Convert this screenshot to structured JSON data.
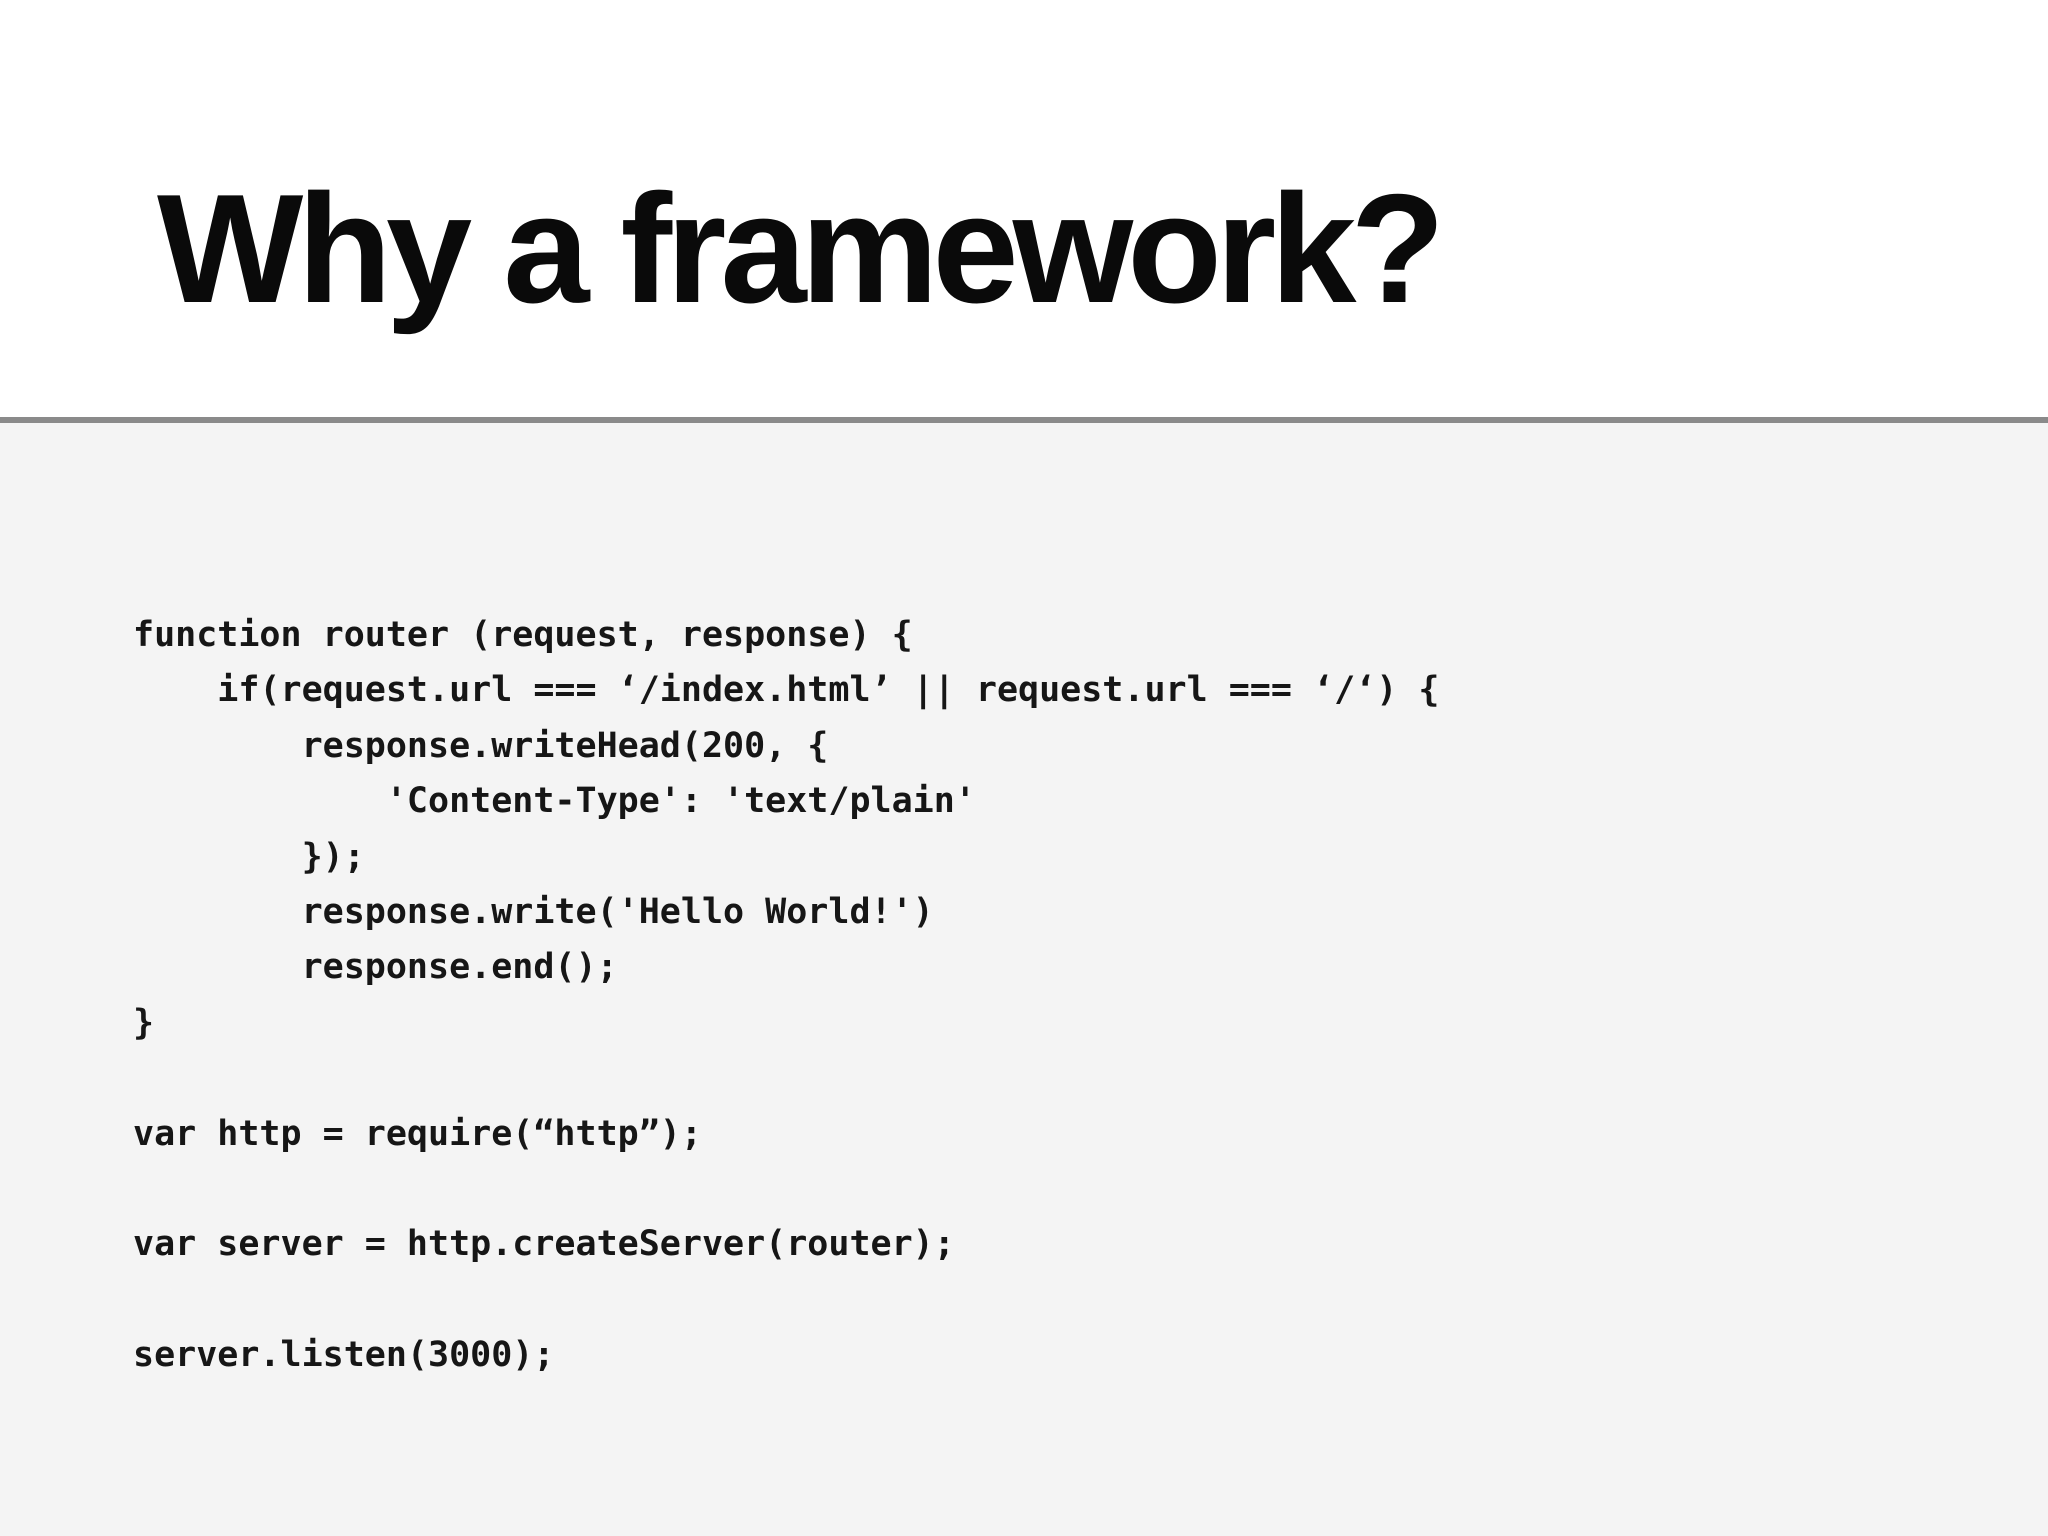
{
  "slide": {
    "title": "Why a framework?",
    "code_lines": [
      "function router (request, response) {",
      "    if(request.url === ‘/index.html’ || request.url === ‘/‘) {",
      "        response.writeHead(200, {",
      "            'Content-Type': 'text/plain'",
      "        });",
      "        response.write('Hello World!')",
      "        response.end();",
      "}",
      "",
      "var http = require(“http”);",
      "",
      "var server = http.createServer(router);",
      "",
      "server.listen(3000);"
    ]
  },
  "colors": {
    "background_top": "#ffffff",
    "background_bottom": "#f4f4f4",
    "divider": "#8a8a8a",
    "title_text": "#0a0a0a",
    "code_text": "#161616"
  }
}
